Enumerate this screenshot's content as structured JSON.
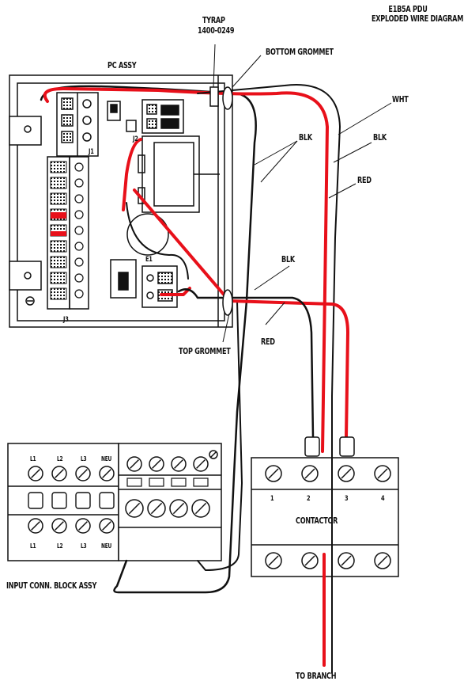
{
  "title": {
    "line1": "E1B5A PDU",
    "line2": "EXPLODED WIRE DIAGRAM"
  },
  "labels": {
    "tyrap": "TYRAP",
    "tyrap_part": "1400-0249",
    "bottom_grommet": "BOTTOM GROMMET",
    "pc_assy": "PC ASSY",
    "wht": "WHT",
    "blk_right": "BLK",
    "blk_upper": "BLK",
    "red_right": "RED",
    "blk_mid": "BLK",
    "red_mid": "RED",
    "top_grommet": "TOP GROMMET",
    "contactor": "CONTACTOR",
    "input_conn_block": "INPUT CONN. BLOCK ASSY",
    "to_branch": "TO BRANCH"
  },
  "contactor_terminals": [
    "1",
    "2",
    "3",
    "4"
  ],
  "input_block_labels": [
    "L1",
    "L2",
    "L3",
    "NEU"
  ],
  "pc_board_labels": {
    "j1": "J1",
    "j2": "J2",
    "j3": "J3",
    "e1": "E1"
  },
  "wire_colors": {
    "red": "#e8101a",
    "black": "#111111",
    "white": "#ffffff"
  }
}
